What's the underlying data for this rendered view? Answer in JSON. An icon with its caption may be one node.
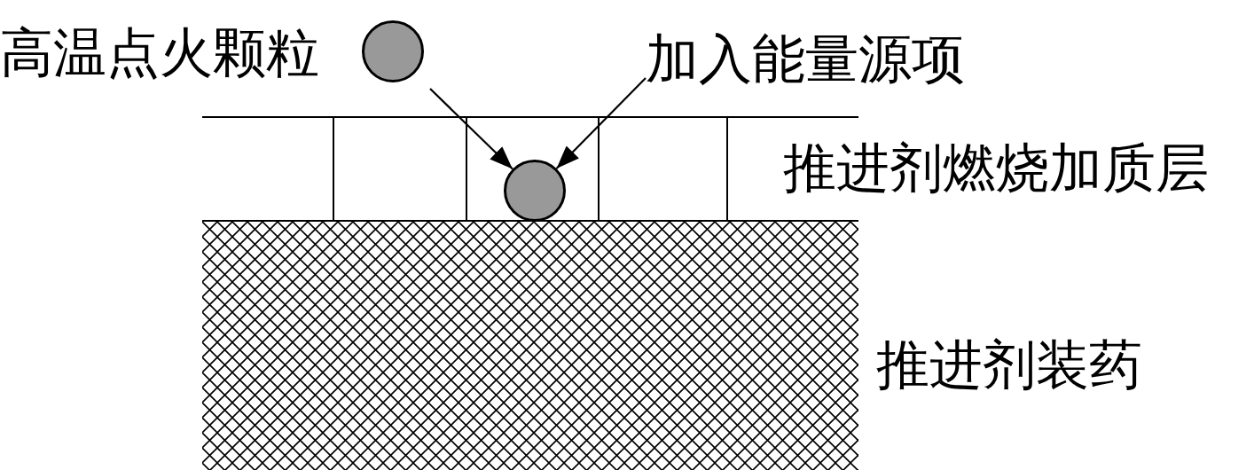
{
  "diagram": {
    "nodes": [
      {
        "text": [],
        "shape": "circle",
        "beside": [
          "高温点火颗粒"
        ]
      },
      {
        "text": [
          "加入能量源项"
        ]
      },
      {
        "text": [
          "推进剂燃烧加质层"
        ]
      },
      {
        "text": [],
        "shape": "circle",
        "in": 2
      },
      {
        "text": [
          "推进剂装药"
        ]
      }
    ],
    "edges": [
      {
        "from": 0,
        "to": 3,
        "arrow": "to"
      },
      {
        "from": 1,
        "to": 3,
        "arrow": "to"
      }
    ]
  }
}
